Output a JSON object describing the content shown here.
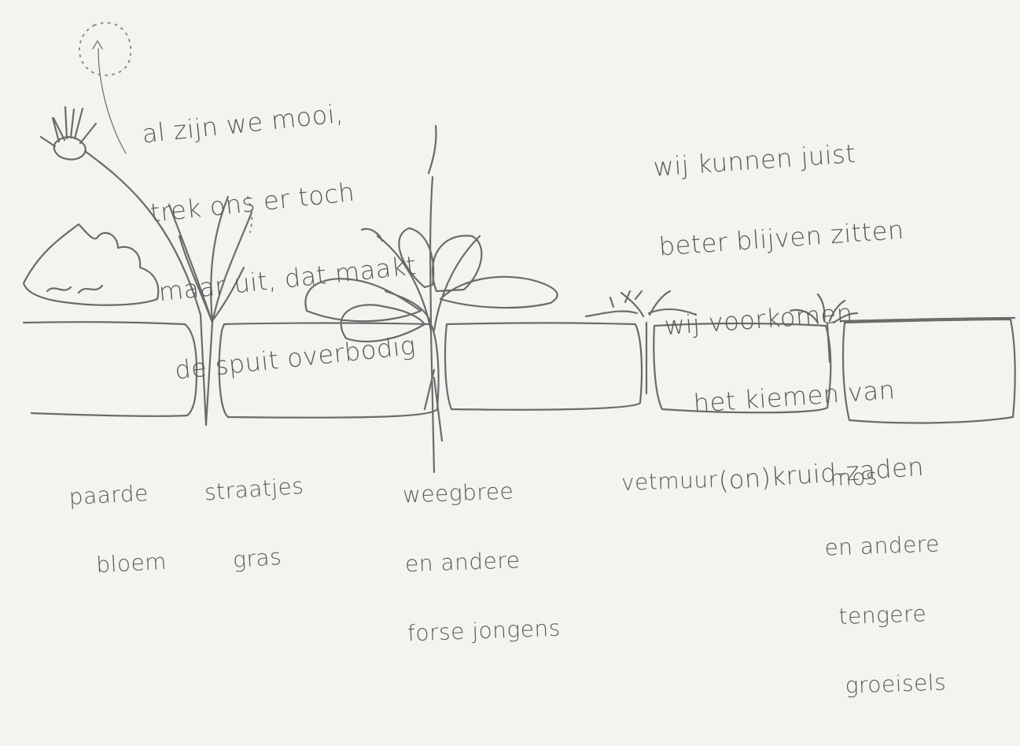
{
  "notes": {
    "left": [
      "al zijn we mooi,",
      "trek ons er toch",
      "maar uit, dat maakt",
      "de spuit overbodig"
    ],
    "right": [
      "wij kunnen juist",
      "beter blijven zitten",
      "wij voorkomen",
      "het kiemen van",
      "(on)kruid-zaden"
    ]
  },
  "labels": {
    "paardebloem": [
      "paarde",
      "bloem"
    ],
    "straatjesgras": [
      "straatjes",
      "gras"
    ],
    "weegbree": [
      "weegbree",
      "en andere",
      "forse jongens"
    ],
    "vetmuur": [
      "vetmuur"
    ],
    "mos": [
      "mos",
      "en andere",
      "tengere",
      "groeisels"
    ]
  }
}
